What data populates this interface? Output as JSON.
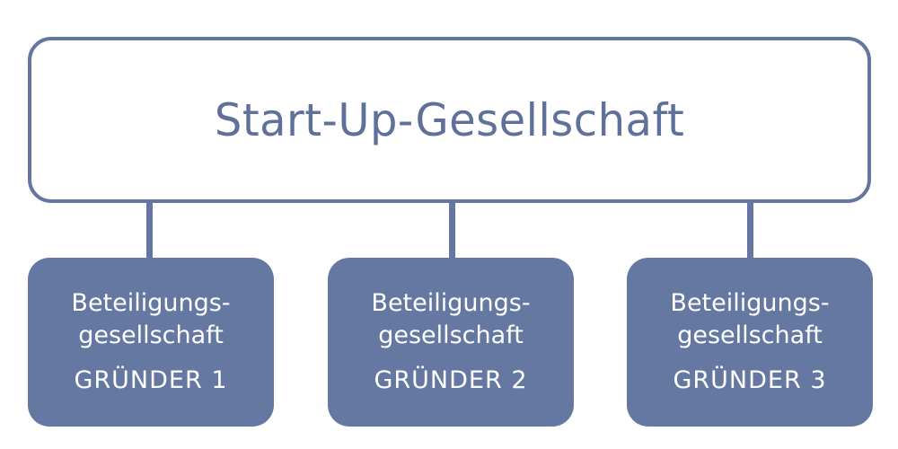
{
  "diagram": {
    "title": "Start-Up-Gesellschaft",
    "children": [
      {
        "line1": "Beteiligungs-",
        "line2": "gesellschaft",
        "name": "GRÜNDER 1"
      },
      {
        "line1": "Beteiligungs-",
        "line2": "gesellschaft",
        "name": "GRÜNDER 2"
      },
      {
        "line1": "Beteiligungs-",
        "line2": "gesellschaft",
        "name": "GRÜNDER 3"
      }
    ]
  },
  "colors": {
    "primary": "#6576a0",
    "child_fill": "#6478a2",
    "title_text": "#5f709a",
    "child_text": "#ffffff",
    "background": "#ffffff"
  }
}
